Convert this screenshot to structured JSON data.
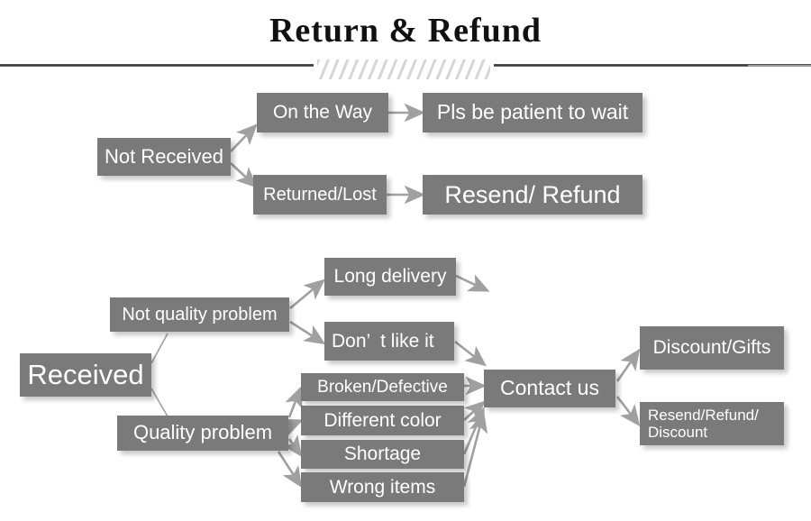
{
  "header": {
    "title": "Return & Refund",
    "divider_icon": "hatched-divider"
  },
  "colors": {
    "node_fill": "#7a7a7a",
    "node_text": "#ffffff",
    "arrow": "#a0a0a0",
    "title_text": "#111111",
    "rule": "#35353a",
    "page_background": "#ffffff"
  },
  "diagram": {
    "type": "flowchart",
    "branches": [
      {
        "id": "not-received",
        "root": "Not Received",
        "steps": [
          {
            "stage": "On the Way",
            "result": "Pls be patient to wait"
          },
          {
            "stage": "Returned/Lost",
            "result": "Resend/ Refund"
          }
        ]
      },
      {
        "id": "received",
        "root": "Received",
        "categories": [
          {
            "label": "Not quality problem",
            "issues": [
              "Long delivery",
              "Don’  t like it"
            ]
          },
          {
            "label": "Quality problem",
            "issues": [
              "Broken/Defective",
              "Different color",
              "Shortage",
              "Wrong items"
            ]
          }
        ],
        "action": "Contact us",
        "outcomes": [
          "Discount/Gifts",
          "Resend/Refund/\nDiscount"
        ]
      }
    ]
  },
  "nodes": {
    "not_received": "Not Received",
    "on_the_way": "On the Way",
    "pls_wait": "Pls be patient to wait",
    "returned_lost": "Returned/Lost",
    "resend_refund": "Resend/ Refund",
    "received": "Received",
    "not_quality_problem": "Not quality problem",
    "quality_problem": "Quality problem",
    "long_delivery": "Long delivery",
    "dont_like_it": "Don’  t like it",
    "broken_defective": "Broken/Defective",
    "different_color": "Different color",
    "shortage": "Shortage",
    "wrong_items": "Wrong items",
    "contact_us": "Contact us",
    "discount_gifts": "Discount/Gifts",
    "resend_refund_discount": "Resend/Refund/\nDiscount"
  }
}
